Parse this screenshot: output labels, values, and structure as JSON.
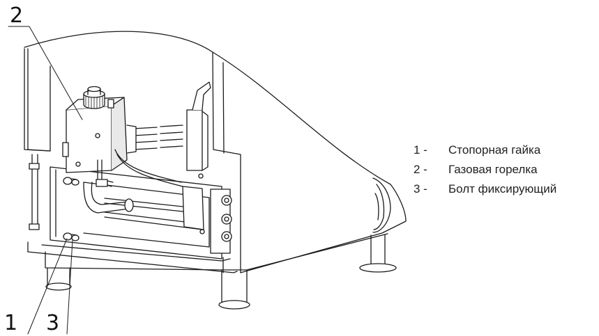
{
  "diagram": {
    "callouts": [
      {
        "id": "callout-2",
        "label": "2"
      },
      {
        "id": "callout-1",
        "label": "1"
      },
      {
        "id": "callout-3",
        "label": "3"
      }
    ],
    "legend": [
      {
        "num": "1 -",
        "text": "Стопорная гайка"
      },
      {
        "num": "2 -",
        "text": "Газовая горелка"
      },
      {
        "num": "3 -",
        "text": "Болт фиксирующий"
      }
    ],
    "colors": {
      "line": "#1a1a1a",
      "fill": "#ffffff",
      "shade": "#e9e9e9"
    }
  }
}
